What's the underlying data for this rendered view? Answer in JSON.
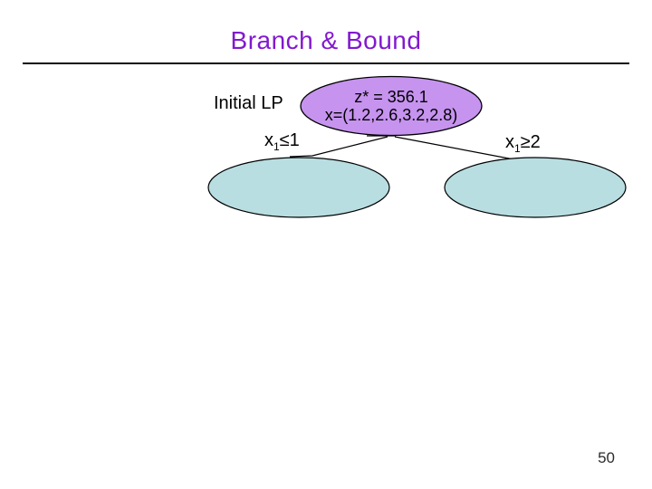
{
  "slide": {
    "title": "Branch & Bound",
    "page_number": "50"
  },
  "diagram": {
    "root_label": "Initial LP",
    "root_node": {
      "line1": "z* = 356.1",
      "line2": "x=(1.2,2.6,3.2,2.8)"
    },
    "left_branch": {
      "base": "x",
      "sub": "1",
      "condition": "≤1"
    },
    "right_branch": {
      "base": "x",
      "sub": "1",
      "condition": "≥2"
    }
  },
  "colors": {
    "title_text": "#8219CE",
    "divider_line": "#0d0d0d",
    "root_node_fill": "#C693EF",
    "child_node_fill": "#B8DEE2",
    "node_outline": "#000000",
    "connector_line": "#000000",
    "body_text": "#000000"
  }
}
